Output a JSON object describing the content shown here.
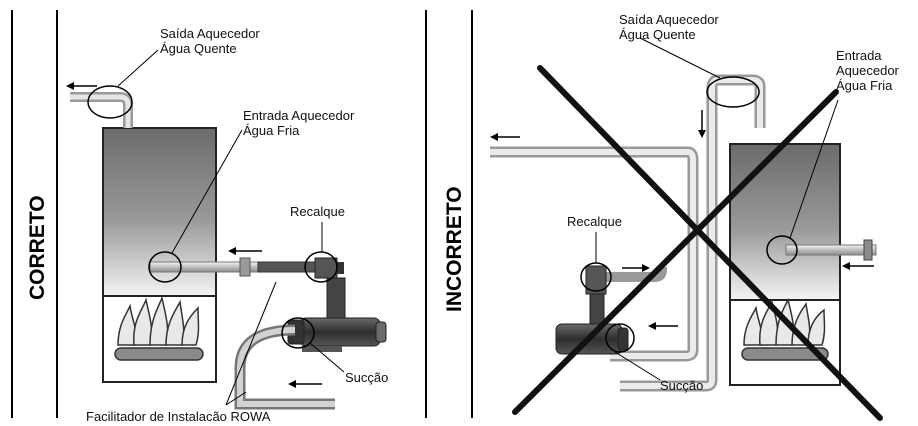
{
  "left": {
    "side_title": "CORRETO",
    "outlet_line1": "Saída Aquecedor",
    "outlet_line2": "Água Quente",
    "inlet_line1": "Entrada Aquecedor",
    "inlet_line2": "Água Fria",
    "discharge": "Recalque",
    "suction": "Sucção",
    "facilitator": "Facilitador de Instalacão ROWA"
  },
  "right": {
    "side_title": "INCORRETO",
    "outlet_line1": "Saída Aquecedor",
    "outlet_line2": "Água Quente",
    "inlet_line1": "Entrada",
    "inlet_line2": "Aquecedor",
    "inlet_line3": "Água Fria",
    "discharge": "Recalque",
    "suction": "Sucção"
  },
  "colors": {
    "heater_top": "#6e6e6e",
    "heater_bottom": "#f2f2f2",
    "pipe": "#c9c9c9",
    "pump": "#3a3a3a",
    "ink": "#111111"
  }
}
